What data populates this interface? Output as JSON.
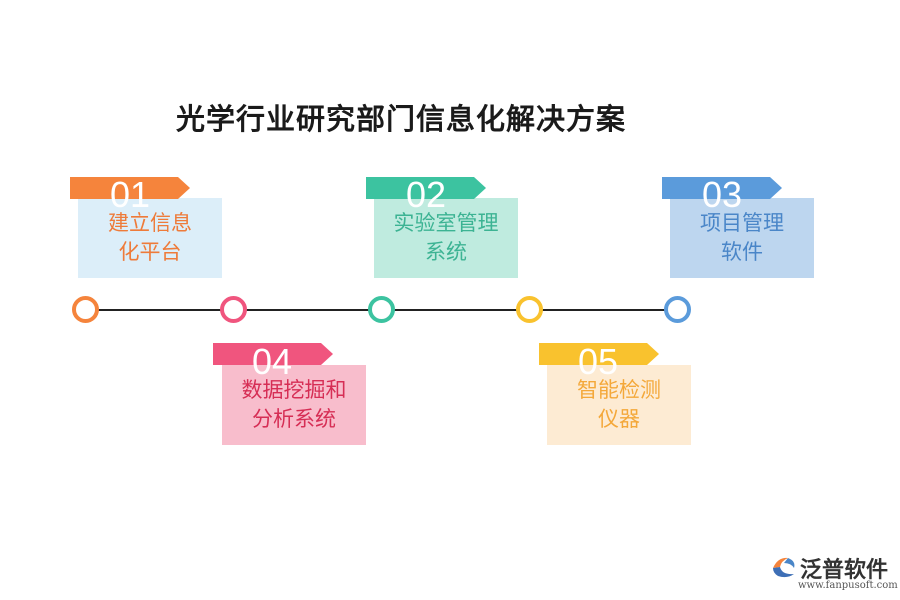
{
  "title": "光学行业研究部门信息化解决方案",
  "steps": [
    {
      "num": "01",
      "line1": "建立信息",
      "line2": "化平台",
      "tag_color": "#F5843C",
      "box_color": "#DCEEF9",
      "text_color": "#EE7B3A",
      "dot_color": "#F5843C"
    },
    {
      "num": "02",
      "line1": "实验室管理",
      "line2": "系统",
      "tag_color": "#3CC3A0",
      "box_color": "#BFEBDF",
      "text_color": "#3CB393",
      "dot_color": "#3CC3A0"
    },
    {
      "num": "03",
      "line1": "项目管理",
      "line2": "软件",
      "tag_color": "#5B9BDB",
      "box_color": "#BDD6EF",
      "text_color": "#4A86C8",
      "dot_color": "#5B9BDB"
    },
    {
      "num": "04",
      "line1": "数据挖掘和",
      "line2": "分析系统",
      "tag_color": "#F0557E",
      "box_color": "#F8BDCC",
      "text_color": "#D62E55",
      "dot_color": "#F0557E"
    },
    {
      "num": "05",
      "line1": "智能检测",
      "line2": "仪器",
      "tag_color": "#F9C22E",
      "box_color": "#FDEBD3",
      "text_color": "#F4A83A",
      "dot_color": "#F9C22E"
    }
  ],
  "logo": {
    "brand": "泛普软件",
    "url": "www.fanpusoft.com"
  }
}
